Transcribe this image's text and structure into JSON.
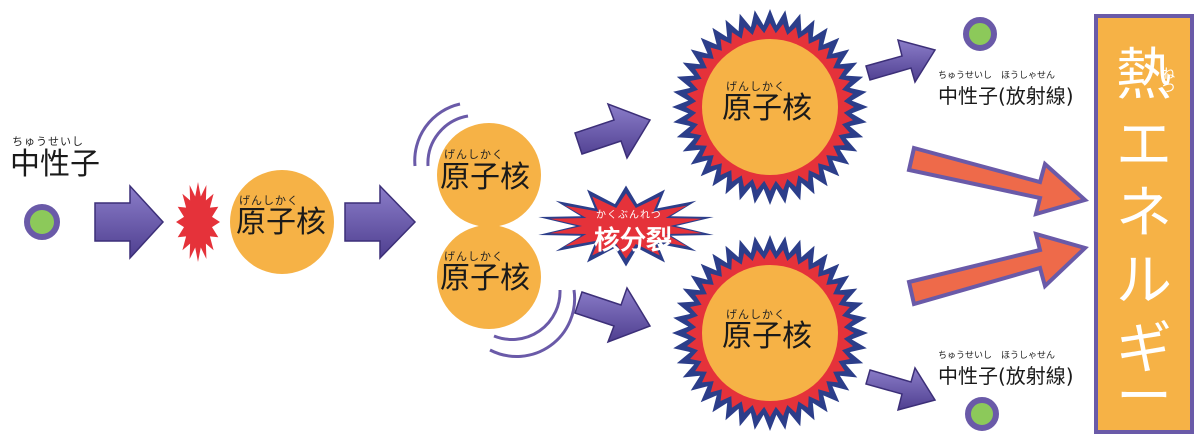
{
  "labels": {
    "neutron": "中性子",
    "neutron_ruby": "ちゅうせいし",
    "nucleus": "原子核",
    "nucleus_ruby": "げんしかく",
    "fission": "核分裂",
    "fission_ruby": "かくぶんれつ",
    "neutron_radiation": "中性子(放射線)",
    "neutron_radiation_ruby": "ちゅうせいし　ほうしゃせん",
    "heat_energy_chars": [
      "熱",
      "エ",
      "ネ",
      "ル",
      "ギ",
      "ー"
    ],
    "heat_ruby": "ねつ"
  },
  "colors": {
    "neutron_fill": "#8cc95a",
    "neutron_ring": "#6a5aa8",
    "nucleus_fill": "#f6b246",
    "arrow_purple": "#6a5aa8",
    "arrow_red": "#ee6a4a",
    "burst_red": "#e5323a",
    "burst_navy": "#2c3e8a",
    "energy_box": "#f6b246"
  }
}
